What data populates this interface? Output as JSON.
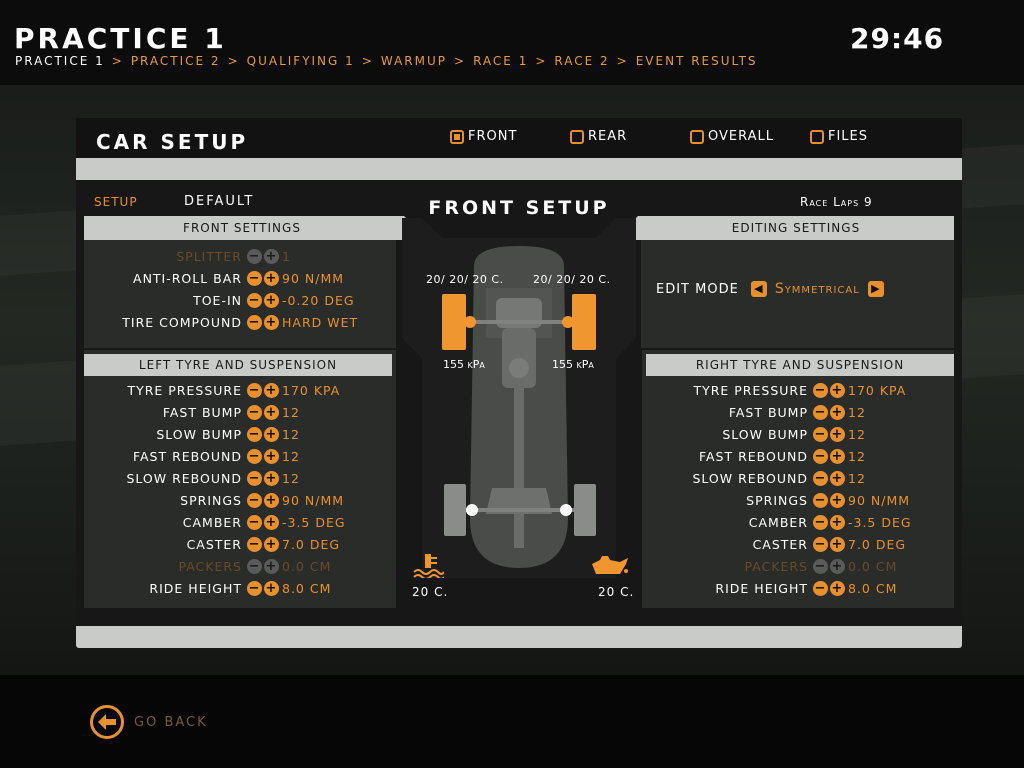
{
  "header": {
    "session": "PRACTICE 1",
    "clock": "29:46",
    "breadcrumb": [
      {
        "label": "PRACTICE 1",
        "current": true
      },
      {
        "label": "PRACTICE 2",
        "current": false
      },
      {
        "label": "QUALIFYING 1",
        "current": false
      },
      {
        "label": "WARMUP",
        "current": false
      },
      {
        "label": "RACE 1",
        "current": false
      },
      {
        "label": "RACE 2",
        "current": false
      },
      {
        "label": "EVENT RESULTS",
        "current": false
      }
    ],
    "breadcrumb_separator": ">"
  },
  "panel": {
    "title": "CAR SETUP",
    "view_options": [
      {
        "label": "FRONT",
        "selected": true
      },
      {
        "label": "REAR",
        "selected": false
      },
      {
        "label": "OVERALL",
        "selected": false
      },
      {
        "label": "FILES",
        "selected": false
      }
    ],
    "setup_tab": "SETUP",
    "default_tab": "DEFAULT",
    "center_title": "FRONT SETUP",
    "race_laps": "Race Laps 9"
  },
  "front_settings": {
    "title": "FRONT SETTINGS",
    "rows": [
      {
        "label": "SPLITTER",
        "value": "1",
        "enabled": false
      },
      {
        "label": "ANTI-ROLL BAR",
        "value": "90 N/MM",
        "enabled": true
      },
      {
        "label": "TOE-IN",
        "value": "-0.20 DEG",
        "enabled": true
      },
      {
        "label": "TIRE COMPOUND",
        "value": "HARD WET",
        "enabled": true
      }
    ]
  },
  "editing_settings": {
    "title": "EDITING SETTINGS",
    "edit_mode_label": "EDIT MODE",
    "edit_mode_value": "Symmetrical"
  },
  "left_tyre": {
    "title": "LEFT TYRE AND SUSPENSION",
    "rows": [
      {
        "label": "TYRE PRESSURE",
        "value": "170 KPA",
        "enabled": true
      },
      {
        "label": "FAST BUMP",
        "value": "12",
        "enabled": true
      },
      {
        "label": "SLOW BUMP",
        "value": "12",
        "enabled": true
      },
      {
        "label": "FAST REBOUND",
        "value": "12",
        "enabled": true
      },
      {
        "label": "SLOW REBOUND",
        "value": "12",
        "enabled": true
      },
      {
        "label": "SPRINGS",
        "value": "90 N/MM",
        "enabled": true
      },
      {
        "label": "CAMBER",
        "value": "-3.5 DEG",
        "enabled": true
      },
      {
        "label": "CASTER",
        "value": "7.0 DEG",
        "enabled": true
      },
      {
        "label": "PACKERS",
        "value": "0.0 CM",
        "enabled": false
      },
      {
        "label": "RIDE HEIGHT",
        "value": "8.0 CM",
        "enabled": true
      }
    ]
  },
  "right_tyre": {
    "title": "RIGHT TYRE AND SUSPENSION",
    "rows": [
      {
        "label": "TYRE PRESSURE",
        "value": "170 KPA",
        "enabled": true
      },
      {
        "label": "FAST BUMP",
        "value": "12",
        "enabled": true
      },
      {
        "label": "SLOW BUMP",
        "value": "12",
        "enabled": true
      },
      {
        "label": "FAST REBOUND",
        "value": "12",
        "enabled": true
      },
      {
        "label": "SLOW REBOUND",
        "value": "12",
        "enabled": true
      },
      {
        "label": "SPRINGS",
        "value": "90 N/MM",
        "enabled": true
      },
      {
        "label": "CAMBER",
        "value": "-3.5 DEG",
        "enabled": true
      },
      {
        "label": "CASTER",
        "value": "7.0 DEG",
        "enabled": true
      },
      {
        "label": "PACKERS",
        "value": "0.0 CM",
        "enabled": false
      },
      {
        "label": "RIDE HEIGHT",
        "value": "8.0 CM",
        "enabled": true
      }
    ]
  },
  "car_diagram": {
    "left_front_temps": "20/ 20/ 20 C.",
    "right_front_temps": "20/ 20/ 20 C.",
    "left_front_pressure": "155 kPa",
    "right_front_pressure": "155 kPa",
    "water_temp": "20 C.",
    "oil_temp": "20 C."
  },
  "footer": {
    "go_back_label": "GO BACK"
  },
  "colors": {
    "accent": "#e8902e",
    "disabled": "#6a4a28",
    "section_header": "#c9cbc9"
  },
  "icons": {
    "minus": "−",
    "plus": "+",
    "arrow_left": "◀",
    "arrow_right": "▶"
  }
}
